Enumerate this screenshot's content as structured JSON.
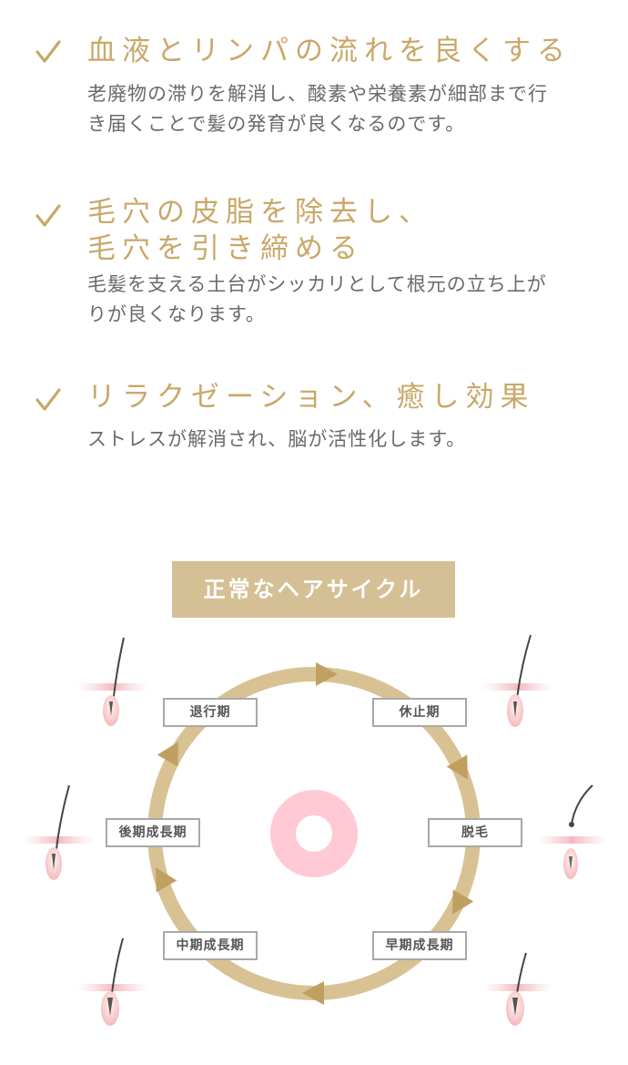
{
  "benefits": [
    {
      "heading_lines": [
        "血液とリンパの流れを良くする"
      ],
      "desc_lines": [
        "老廃物の滞りを解消し、酸素や栄養素が細部まで行",
        "き届くことで髪の発育が良くなるのです。"
      ]
    },
    {
      "heading_lines": [
        "毛穴の皮脂を除去し、",
        "毛穴を引き締める"
      ],
      "desc_lines": [
        "毛髪を支える土台がシッカリとして根元の立ち上が",
        "りが良くなります。"
      ]
    },
    {
      "heading_lines": [
        "リラクゼーション、癒し効果"
      ],
      "desc_lines": [
        "ストレスが解消され、脳が活性化します。"
      ]
    }
  ],
  "hair_cycle": {
    "title": "正常なヘアサイクル",
    "stages": {
      "regression": "退行期",
      "resting": "休止期",
      "shedding": "脱毛",
      "early_growth": "早期成長期",
      "mid_growth": "中期成長期",
      "late_growth": "後期成長期"
    }
  },
  "colors": {
    "gold": "#c9a868",
    "ring": "#d8c294",
    "arrow": "#c0a060",
    "pink_center": "#ffc9d6",
    "text_gray": "#6a6a6a",
    "hair_dark": "#444444",
    "skin_pink": "#f7d0d4"
  }
}
